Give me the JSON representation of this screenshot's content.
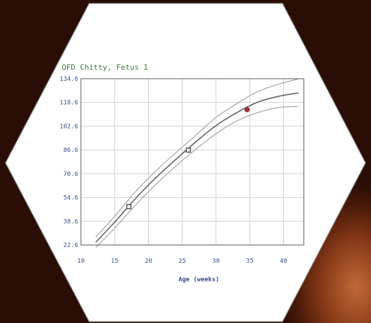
{
  "chart_data": {
    "type": "line",
    "title": "OFD Chitty, Fetus 1",
    "xlabel": "Age (weeks)",
    "ylabel": "",
    "xlim": [
      10,
      43
    ],
    "ylim": [
      22.6,
      134.6
    ],
    "x_ticks": [
      10,
      15,
      20,
      25,
      30,
      35,
      40
    ],
    "y_ticks": [
      "22.6",
      "38.6",
      "54.6",
      "70.6",
      "86.6",
      "102.6",
      "118.6",
      "134.6"
    ],
    "grid": true,
    "legend": "none",
    "series": [
      {
        "role": "upper",
        "color": "#a8a8a8",
        "x": [
          12.2,
          15,
          18,
          21,
          24,
          27,
          30,
          33,
          36,
          39,
          42.2
        ],
        "y": [
          28,
          42,
          58,
          72,
          84.5,
          96.5,
          108.5,
          117.5,
          125.5,
          130.5,
          134.5
        ]
      },
      {
        "role": "mean",
        "color": "#5f5f5f",
        "x": [
          12.2,
          15,
          18,
          21,
          24,
          27,
          30,
          33,
          36,
          39,
          42.2
        ],
        "y": [
          24.5,
          38,
          53.5,
          67.5,
          80,
          92,
          103,
          111.5,
          118.5,
          122.5,
          125
        ]
      },
      {
        "role": "lower",
        "color": "#a8a8a8",
        "x": [
          12.2,
          15,
          18,
          21,
          24,
          27,
          30,
          33,
          36,
          39,
          42.2
        ],
        "y": [
          21,
          34,
          49,
          63,
          75.5,
          87,
          97.5,
          106,
          111.5,
          115,
          116
        ]
      }
    ],
    "points": [
      {
        "x": 17.1,
        "y": 48.5,
        "style": "open-square",
        "color": "#555555"
      },
      {
        "x": 25.9,
        "y": 86.5,
        "style": "open-square",
        "color": "#555555"
      },
      {
        "x": 34.6,
        "y": 113.8,
        "style": "filled-circle",
        "color": "#b03040"
      }
    ],
    "colors": {
      "title": "#3f7a3f",
      "axis_labels": "#3a4f8a",
      "grid": "#cfcfcf",
      "frame": "#555555"
    }
  }
}
